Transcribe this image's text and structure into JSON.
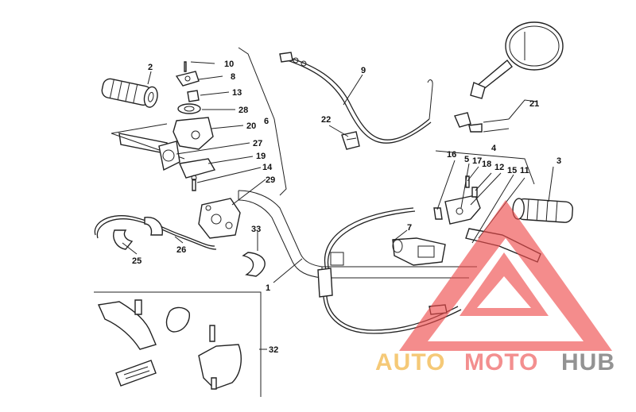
{
  "part_numbers": [
    "1",
    "2",
    "3",
    "4",
    "5",
    "6",
    "7",
    "8",
    "9",
    "10",
    "11",
    "12",
    "13",
    "14",
    "15",
    "16",
    "17",
    "18",
    "19",
    "20",
    "21",
    "22",
    "25",
    "26",
    "27",
    "28",
    "29",
    "32",
    "33"
  ],
  "watermark": {
    "word_auto": "AUTO",
    "word_moto": "MOTO",
    "word_hub": "HUB",
    "colors": {
      "triangle": "#ee4b4b",
      "auto": "#f2b84a",
      "moto": "#ef6a6a",
      "hub": "#6f6f6f"
    }
  }
}
